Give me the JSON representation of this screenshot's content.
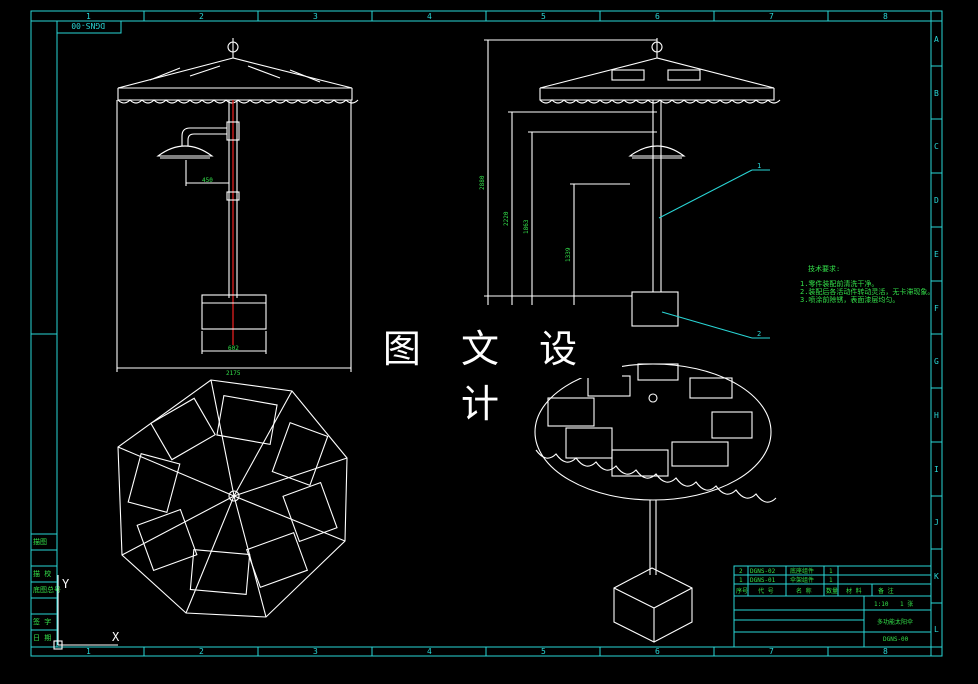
{
  "drawing": {
    "code_tab": "DGNS-00",
    "col_labels": [
      "1",
      "2",
      "3",
      "4",
      "5",
      "6",
      "7",
      "8"
    ],
    "row_labels": [
      "A",
      "B",
      "C",
      "D",
      "E",
      "F",
      "G",
      "H",
      "I",
      "J",
      "K",
      "L"
    ],
    "watermark": "图 文 设 计"
  },
  "dims": {
    "arm": "450",
    "base_width": "602",
    "total_width": "2175",
    "h1": "2880",
    "h2": "2220",
    "h3": "1863",
    "h4": "1339"
  },
  "callouts": [
    "1",
    "2"
  ],
  "notes": {
    "heading": "技术要求:",
    "lines": [
      "1.零件装配前清洗干净。",
      "2.装配后各活动件转动灵活，无卡滞现象。",
      "3.喷涂前除锈，表面漆层均匀。"
    ]
  },
  "left_stamp": [
    "描图",
    "描 校",
    "底图总号",
    "签 字",
    "日 期"
  ],
  "title_block": {
    "rows": [
      {
        "no": "2",
        "code": "DGNS-02",
        "name": "底座组件",
        "qty": "1"
      },
      {
        "no": "1",
        "code": "DGNS-01",
        "name": "伞架组件",
        "qty": "1"
      }
    ],
    "headers": [
      "序号",
      "代 号",
      "名 称",
      "数量",
      "材 料",
      "备 注"
    ],
    "scale": "1:10",
    "sheet": "1 张",
    "title": "多功能太阳伞",
    "drawing_no": "DGNS-00"
  },
  "colors": {
    "frame": "#29d6d6",
    "geometry": "#ffffff",
    "text": "#33e04a",
    "pole": "#e02020"
  }
}
